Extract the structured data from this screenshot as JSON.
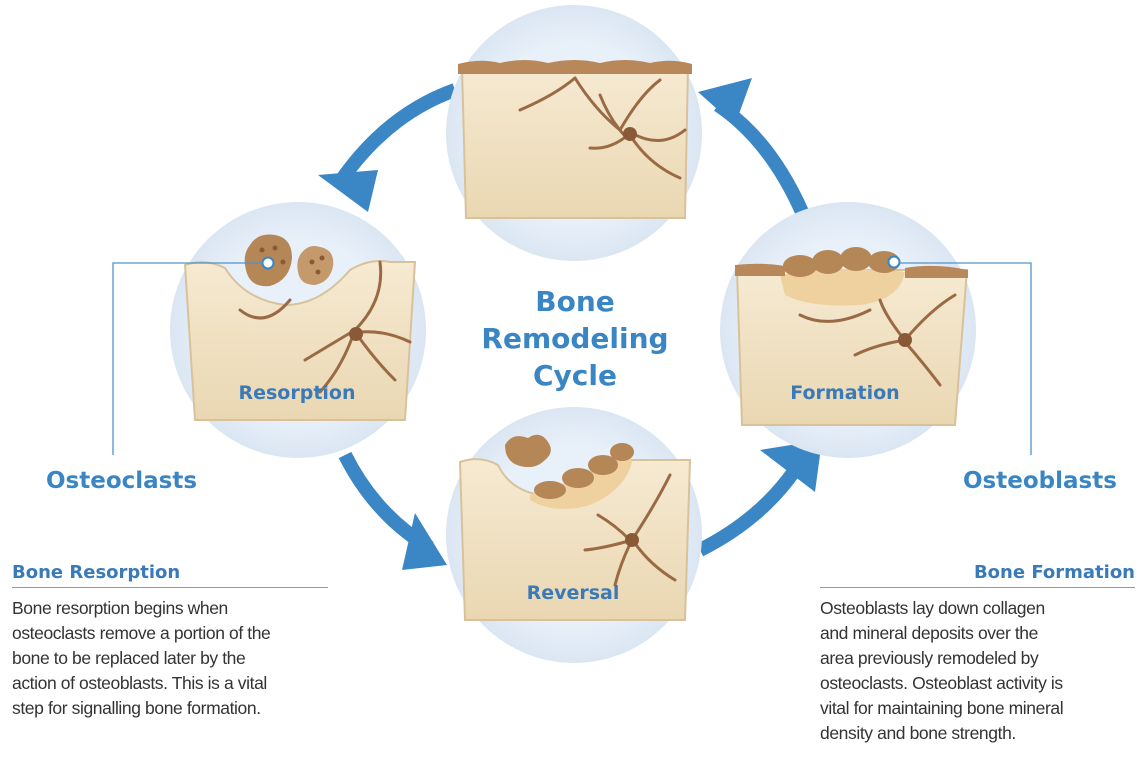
{
  "title": {
    "line1": "Bone",
    "line2": "Remodeling",
    "line3": "Cycle"
  },
  "stages": {
    "resorption": "Resorption",
    "reversal": "Reversal",
    "formation": "Formation"
  },
  "cells": {
    "left": "Osteoclasts",
    "right": "Osteoblasts"
  },
  "left_section": {
    "heading": "Bone Resorption",
    "lines": [
      "Bone resorption begins when",
      "osteoclasts remove a portion of the",
      "bone to be replaced later by the",
      "action of osteoblasts. This is a vital",
      "step for signalling bone formation."
    ]
  },
  "right_section": {
    "heading": "Bone Formation",
    "lines": [
      "Osteoblasts lay down collagen",
      "and mineral deposits over the",
      "area previously remodeled by",
      "osteoclasts. Osteoblast activity is",
      "vital for maintaining bone mineral",
      "density and bone strength."
    ]
  },
  "colors": {
    "accent": "#3a86c4",
    "arrow": "#3b86c5",
    "circle": "#e6eef8",
    "bone": "#f1e2c4",
    "bone_edge": "#d8c29b",
    "canal": "#9a6a45",
    "cell": "#c49a6c"
  }
}
